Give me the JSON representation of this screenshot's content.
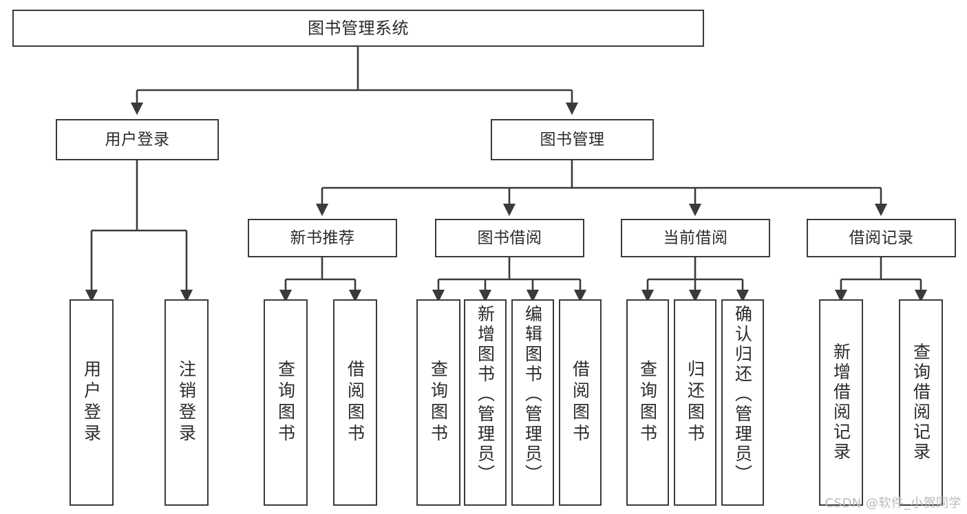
{
  "diagram": {
    "title": "图书管理系统",
    "type": "tree-hierarchy-diagram",
    "colors": {
      "background": "#ffffff",
      "box_fill": "#ffffff",
      "box_stroke": "#3a3a3a",
      "connector": "#3a3a3a",
      "text": "#2b2b2b",
      "watermark": "#b9b9b9"
    },
    "root": {
      "id": "root",
      "label": "图书管理系统"
    },
    "level2": [
      {
        "id": "user-login",
        "label": "用户登录"
      },
      {
        "id": "book-management",
        "label": "图书管理"
      }
    ],
    "level3": [
      {
        "id": "new-book-recommend",
        "label": "新书推荐",
        "parent": "book-management"
      },
      {
        "id": "book-borrow",
        "label": "图书借阅",
        "parent": "book-management"
      },
      {
        "id": "current-borrow",
        "label": "当前借阅",
        "parent": "book-management"
      },
      {
        "id": "borrow-record",
        "label": "借阅记录",
        "parent": "book-management"
      }
    ],
    "leaves": {
      "user-login": [
        {
          "id": "leaf-user-login",
          "label": "用户登录"
        },
        {
          "id": "leaf-logout",
          "label": "注销登录"
        }
      ],
      "new-book-recommend": [
        {
          "id": "leaf-query-book-1",
          "label": "查询图书"
        },
        {
          "id": "leaf-borrow-book-1",
          "label": "借阅图书"
        }
      ],
      "book-borrow": [
        {
          "id": "leaf-query-book-2",
          "label": "查询图书"
        },
        {
          "id": "leaf-add-book",
          "label": "新增图书（管理员）"
        },
        {
          "id": "leaf-edit-book",
          "label": "编辑图书（管理员）"
        },
        {
          "id": "leaf-borrow-book-2",
          "label": "借阅图书"
        }
      ],
      "current-borrow": [
        {
          "id": "leaf-query-book-3",
          "label": "查询图书"
        },
        {
          "id": "leaf-return-book",
          "label": "归还图书"
        },
        {
          "id": "leaf-confirm-return",
          "label": "确认归还（管理员）"
        }
      ],
      "borrow-record": [
        {
          "id": "leaf-add-record",
          "label": "新增借阅记录"
        },
        {
          "id": "leaf-query-record",
          "label": "查询借阅记录"
        }
      ]
    },
    "watermark": "CSDN @软件_小贺同学"
  }
}
